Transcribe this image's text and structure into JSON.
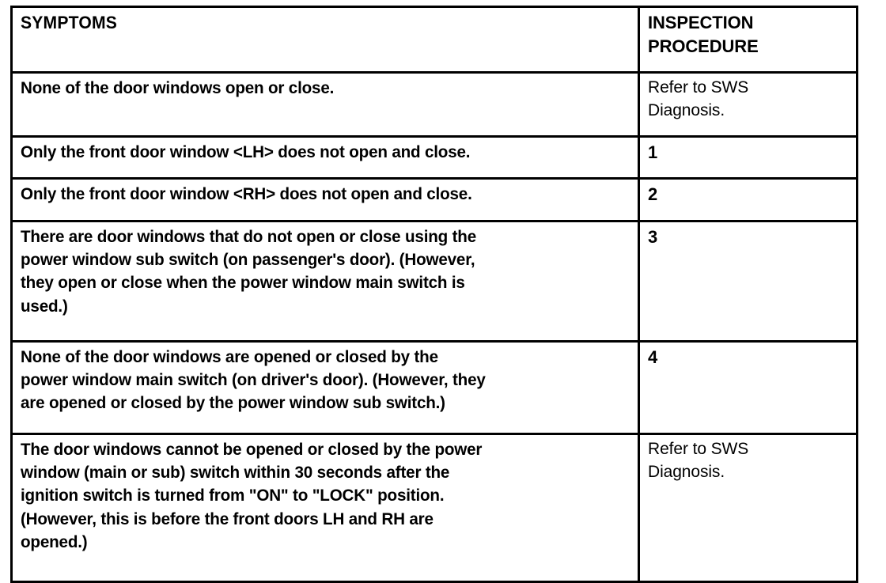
{
  "document": {
    "type": "service-manual-symptom-chart",
    "colors": {
      "ink": "#000000",
      "paper": "#ffffff"
    }
  },
  "table": {
    "columns": [
      {
        "key": "symptoms",
        "header": "SYMPTOMS"
      },
      {
        "key": "inspection_procedure",
        "header": "INSPECTION\nPROCEDURE"
      }
    ],
    "rows": [
      {
        "symptom": "None of the door windows open or close.",
        "procedure": "Refer to SWS\nDiagnosis."
      },
      {
        "symptom": "Only the front door window <LH> does not open and close.",
        "procedure": "1"
      },
      {
        "symptom": "Only the front door window <RH> does not open and close.",
        "procedure": "2"
      },
      {
        "symptom": "There are door windows that do not open or close using the\npower window sub switch (on passenger's door). (However,\nthey open or close when the power window main switch is\nused.)",
        "procedure": "3"
      },
      {
        "symptom": "None of the door windows are opened or closed by the\npower window main switch (on driver's door). (However, they\nare opened or closed by the power window sub switch.)",
        "procedure": "4"
      },
      {
        "symptom": "The door windows cannot be opened or closed by the power\nwindow (main or sub) switch within 30 seconds after the\nignition switch is turned from \"ON\" to \"LOCK\" position.\n(However, this is before the front doors LH and RH are\nopened.)",
        "procedure": "Refer to SWS\nDiagnosis."
      }
    ]
  }
}
